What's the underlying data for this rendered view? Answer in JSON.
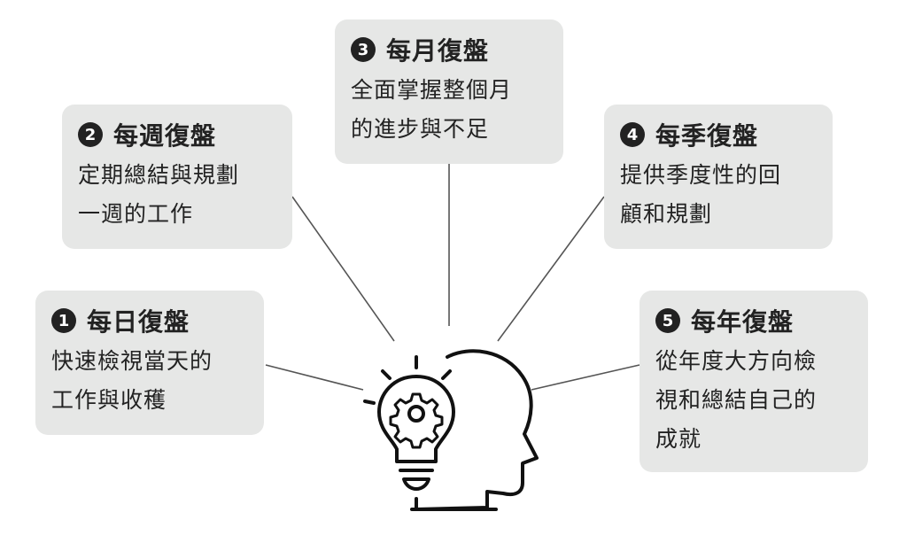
{
  "cards": [
    {
      "number": "1",
      "title": "每日復盤",
      "lines": [
        "快速檢視當天的",
        "工作與收穫"
      ]
    },
    {
      "number": "2",
      "title": "每週復盤",
      "lines": [
        "定期總結與規劃",
        "一週的工作"
      ]
    },
    {
      "number": "3",
      "title": "每月復盤",
      "lines": [
        "全面掌握整個月",
        "的進步與不足"
      ]
    },
    {
      "number": "4",
      "title": "每季復盤",
      "lines": [
        "提供季度性的回",
        "顧和規劃"
      ]
    },
    {
      "number": "5",
      "title": "每年復盤",
      "lines": [
        "從年度大方向檢",
        "視和總結自己的",
        "成就"
      ]
    }
  ],
  "colors": {
    "card_bg": "#e6e7e6",
    "text": "#222222",
    "connector": "#555555"
  },
  "icons": {
    "center": "head-lightbulb-gear-icon"
  }
}
